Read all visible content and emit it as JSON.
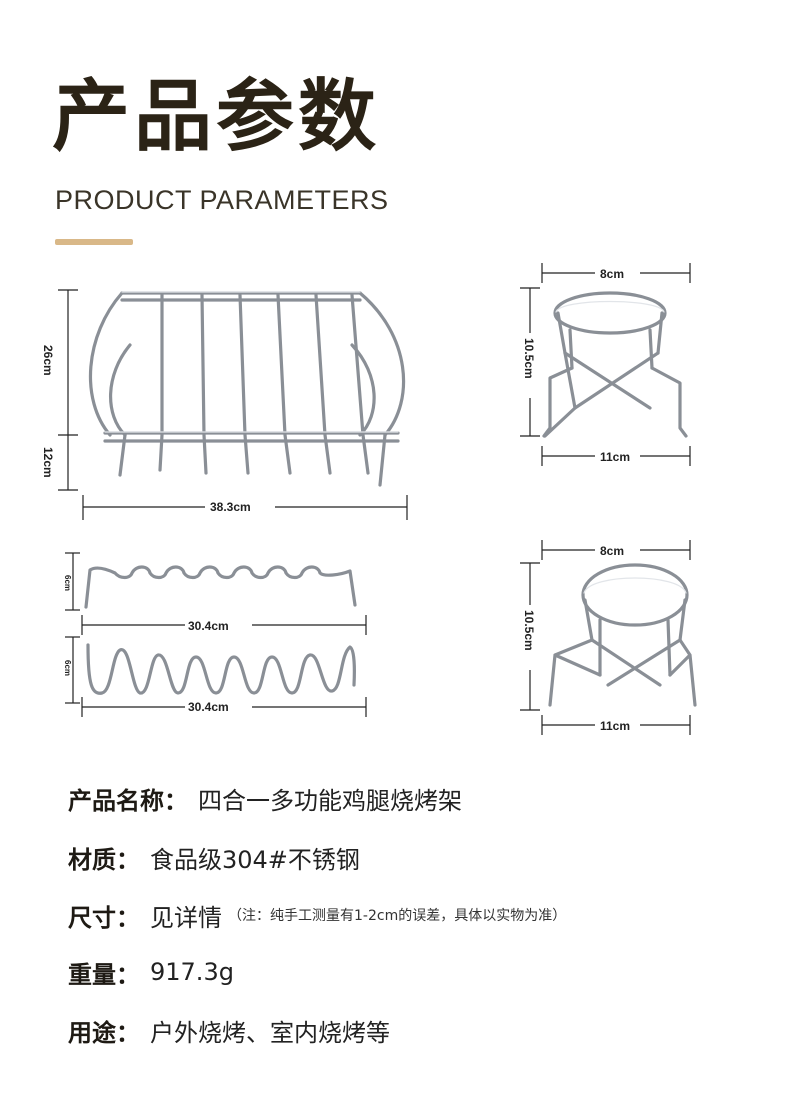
{
  "header": {
    "title_cn": "产品参数",
    "title_en": "PRODUCT PARAMETERS",
    "accent_color": "#d9b888"
  },
  "diagrams": {
    "rack": {
      "height_top": "26cm",
      "height_bottom": "12cm",
      "width": "38.3cm"
    },
    "holder_top": {
      "top_width": "8cm",
      "height": "10.5cm",
      "bottom_width": "11cm"
    },
    "wave_small": {
      "height": "6cm",
      "width": "30.4cm"
    },
    "wave_large": {
      "height": "6cm",
      "width": "30.4cm"
    },
    "holder_bottom": {
      "top_width": "8cm",
      "height": "10.5cm",
      "bottom_width": "11cm"
    }
  },
  "specs": [
    {
      "label": "产品名称：",
      "value": "四合一多功能鸡腿烧烤架",
      "note": ""
    },
    {
      "label": "材质：",
      "value": "食品级304#不锈钢",
      "note": ""
    },
    {
      "label": "尺寸：",
      "value": "见详情",
      "note": "（注：纯手工测量有1-2cm的误差，具体以实物为准）"
    },
    {
      "label": "重量：",
      "value": "917.3g",
      "note": ""
    },
    {
      "label": "用途：",
      "value": "户外烧烤、室内烧烤等",
      "note": ""
    }
  ]
}
